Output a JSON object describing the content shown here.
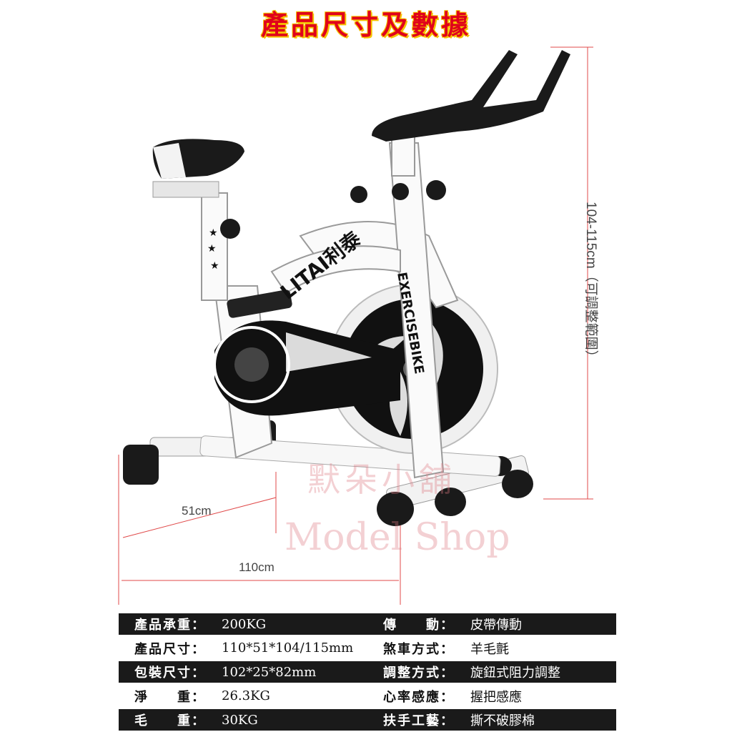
{
  "title": "產品尺寸及數據",
  "dimensions": {
    "depth": "51cm",
    "length": "110cm",
    "height": "104-115cm（可調整範圍）"
  },
  "watermark": {
    "cn": "默朵小舖",
    "en": "Model Shop"
  },
  "bike_branding": {
    "logo": "LITAI利泰",
    "frame_text": "EXERCISEBIKE"
  },
  "specs_left": [
    {
      "label": "產品承重：",
      "value": "200KG"
    },
    {
      "label": "產品尺寸：",
      "value": "110*51*104/115mm"
    },
    {
      "label": "包裝尺寸：",
      "value": "102*25*82mm"
    },
    {
      "label": "淨　　重：",
      "value": "26.3KG"
    },
    {
      "label": "毛　　重：",
      "value": "30KG"
    }
  ],
  "specs_right": [
    {
      "label": "傳　　動：",
      "value": "皮帶傳動"
    },
    {
      "label": "煞車方式：",
      "value": "羊毛氈"
    },
    {
      "label": "調整方式：",
      "value": "旋鈕式阻力調整"
    },
    {
      "label": "心率感應：",
      "value": "握把感應"
    },
    {
      "label": "扶手工藝：",
      "value": "撕不破膠棉"
    }
  ]
}
